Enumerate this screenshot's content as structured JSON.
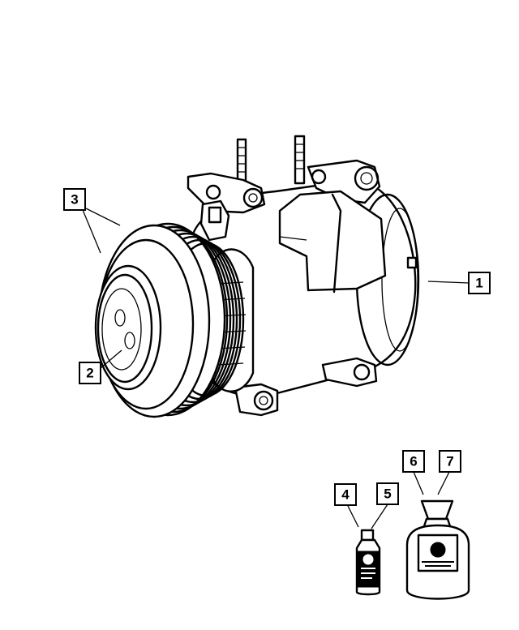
{
  "callouts": [
    {
      "id": "1",
      "label": "1"
    },
    {
      "id": "2",
      "label": "2"
    },
    {
      "id": "3",
      "label": "3"
    },
    {
      "id": "4",
      "label": "4"
    },
    {
      "id": "5",
      "label": "5"
    },
    {
      "id": "6",
      "label": "6"
    },
    {
      "id": "7",
      "label": "7"
    }
  ],
  "icons": {
    "compressor": "ac-compressor-illustration",
    "clutch": "clutch-plate-illustration",
    "oil_bottle": "oil-bottle-illustration",
    "refrigerant": "refrigerant-canister-illustration"
  }
}
